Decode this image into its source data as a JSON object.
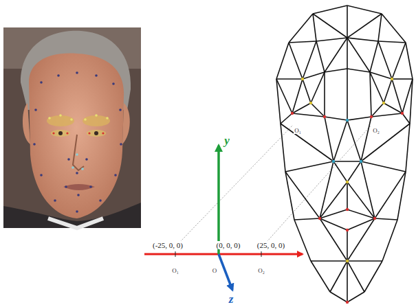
{
  "diagram": {
    "labels": [
      "(-25, 0, 0)",
      "(0, 0, 0)",
      "(25, 0, 0)",
      "y",
      "z",
      "O₁",
      "O",
      "O₂",
      "O₁",
      "O₂"
    ]
  }
}
